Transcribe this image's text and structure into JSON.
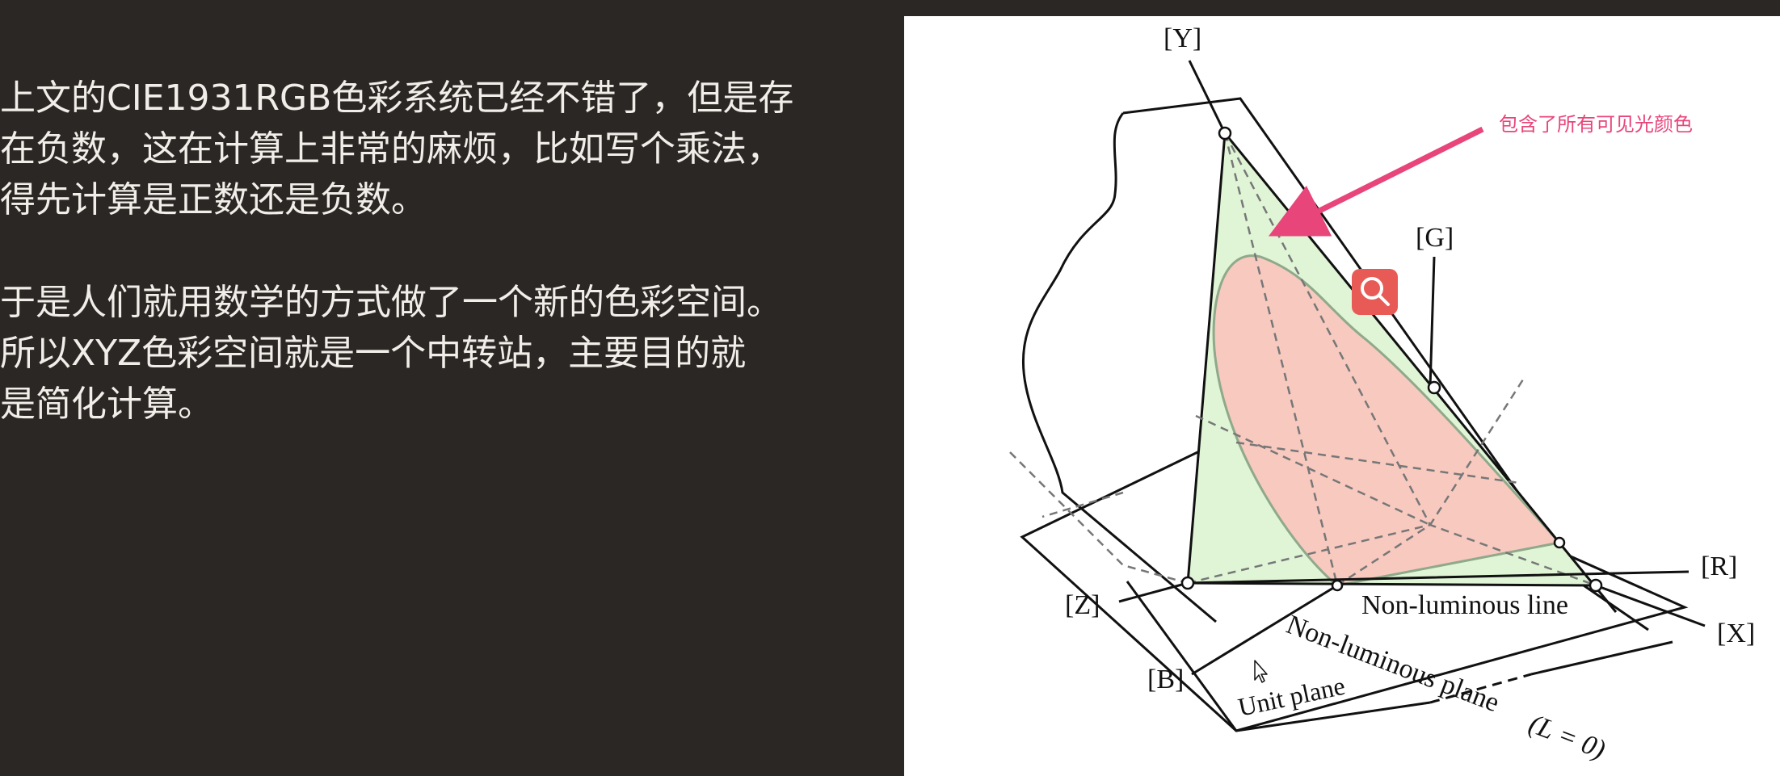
{
  "text": {
    "para1": [
      "上文的CIE1931RGB色彩系统已经不错了，但是存",
      "在负数，这在计算上非常的麻烦，比如写个乘法，",
      "得先计算是正数还是负数。"
    ],
    "para2": [
      "于是人们就用数学的方式做了一个新的色彩空间。",
      "所以XYZ色彩空间就是一个中转站，主要目的就",
      "是简化计算。"
    ]
  },
  "diagram": {
    "labels": {
      "y": "[Y]",
      "g": "[G]",
      "z": "[Z]",
      "r": "[R]",
      "x": "[X]",
      "b": "[B]",
      "non_luminous_line": "Non-luminous line",
      "non_luminous_plane": "Non-luminous plane",
      "l_zero": "(L = 0)",
      "unit_plane": "Unit plane"
    },
    "annotation": "包含了所有可见光颜色",
    "colors": {
      "triangle_fill": "#dff5d6",
      "gamut_fill": "#f7c9bf",
      "annotation": "#e8457a",
      "search_badge": "#e85a55"
    }
  },
  "icons": {
    "search": "search-icon",
    "cursor": "mouse-cursor-icon"
  }
}
